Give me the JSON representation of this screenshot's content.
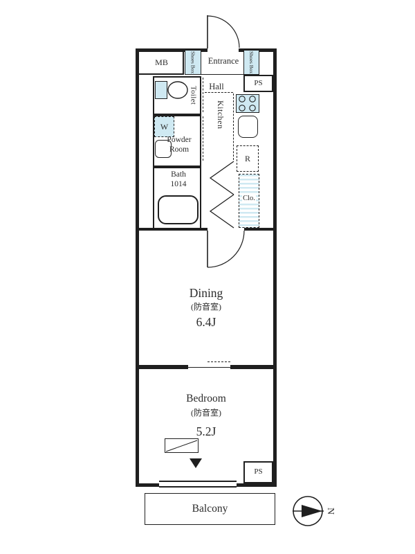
{
  "labels": {
    "mb": "MB",
    "shoes_box_left": "Shoes Box",
    "entrance": "Entrance",
    "shoes_box_right": "Shoes Box",
    "ps_top": "PS",
    "hall": "Hall",
    "toilet": "Toilet",
    "kitchen": "Kitchen",
    "washer": "W",
    "powder_line1": "Powder",
    "powder_line2": "Room",
    "bath_line1": "Bath",
    "bath_line2": "1014",
    "fridge": "R",
    "closet": "Clo.",
    "dining_name": "Dining",
    "dining_note": "(防音室)",
    "dining_size": "6.4J",
    "bedroom_name": "Bedroom",
    "bedroom_note": "(防音室)",
    "bedroom_size": "5.2J",
    "ps_bottom": "PS",
    "balcony": "Balcony",
    "compass_north": "N"
  },
  "colors": {
    "line": "#1f1f1f",
    "fixture_blue": "#cfe9f2",
    "text": "#2b2b2b"
  }
}
